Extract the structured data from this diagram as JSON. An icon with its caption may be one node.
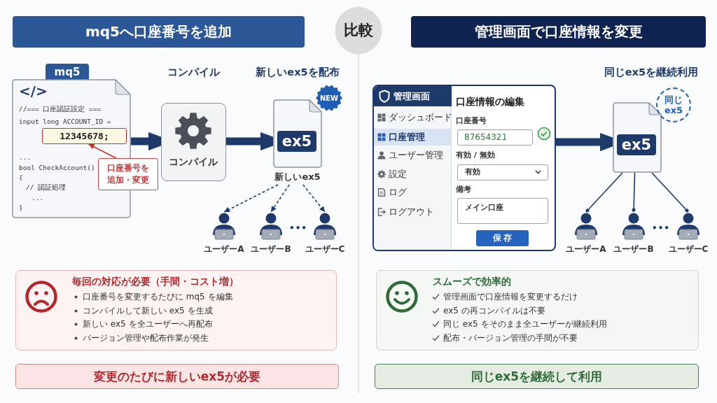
{
  "diagram": {
    "nodes": [
      {
        "text": [
          "mq5へ口座番号を追加"
        ]
      },
      {
        "text": [
          "比較"
        ]
      },
      {
        "text": [
          "管理画面で口座情報を変更"
        ]
      },
      {
        "text": [
          "mq5",
          "</>",
          "//=== 口座認証設定 ===",
          "input long ACCOUNT_ID =",
          "...",
          "bool CheckAccount()",
          "{",
          "// 認証処理",
          "...",
          "}"
        ]
      },
      {
        "text": [
          "12345678;"
        ],
        "in": 3
      },
      {
        "text": [
          "口座番号を追加・変更"
        ]
      },
      {
        "text": [
          "コンパイル"
        ]
      },
      {
        "text": [
          "ex5"
        ],
        "beside": [
          "新しいex5"
        ]
      },
      {
        "text": [
          "NEW"
        ]
      },
      {
        "text": [
          "ユーザーA"
        ]
      },
      {
        "text": [
          "ユーザーB"
        ]
      },
      {
        "text": [
          "ユーザーC"
        ]
      },
      {
        "text": [
          "管理画面",
          "ダッシュボード",
          "口座管理",
          "ユーザー管理",
          "設定",
          "ログ",
          "ログアウト",
          "口座情報の編集",
          "口座番号",
          "有効 / 無効",
          "備考"
        ]
      },
      {
        "text": [
          "87654321"
        ],
        "in": 12
      },
      {
        "text": [
          "有効"
        ],
        "in": 12
      },
      {
        "text": [
          "メイン口座"
        ],
        "in": 12
      },
      {
        "text": [
          "保存"
        ],
        "in": 12
      },
      {
        "text": [
          "ex5"
        ]
      },
      {
        "text": [
          "同じex5"
        ]
      },
      {
        "text": [
          "ユーザーA"
        ]
      },
      {
        "text": [
          "ユーザーB"
        ]
      },
      {
        "text": [
          "ユーザーC"
        ]
      },
      {
        "text": [
          "毎回の対応が必要（手間・コスト増）",
          "口座番号を変更するたびに mq5 を編集",
          "コンパイルして新しい ex5 を生成",
          "新しい ex5 を全ユーザーへ再配布",
          "バージョン管理や配布作業が発生"
        ]
      },
      {
        "text": [
          "変更のたびに新しいex5が必要"
        ]
      },
      {
        "text": [
          "スムーズで効率的",
          "管理画面で口座情報を変更するだけ",
          "ex5 の再コンパイルは不要",
          "同じ ex5 をそのまま全ユーザーが継続利用",
          "配布・バージョン管理の手間が不要"
        ]
      },
      {
        "text": [
          "同じex5を継続して利用"
        ]
      }
    ],
    "edges": [
      {
        "from": 5,
        "to": 4,
        "arrow": "to",
        "color": "#c0392b"
      },
      {
        "from": 3,
        "to": 6,
        "arrow": "to",
        "style": "thick"
      },
      {
        "from": 6,
        "to": 7,
        "arrow": "to",
        "style": "thick"
      },
      {
        "from": 7,
        "to": 9,
        "arrow": "to",
        "style": "dashed"
      },
      {
        "from": 7,
        "to": 10,
        "arrow": "to",
        "style": "dashed"
      },
      {
        "from": 7,
        "to": 11,
        "arrow": "to",
        "style": "dashed"
      },
      {
        "from": 12,
        "to": 17,
        "arrow": "to",
        "style": "thick"
      },
      {
        "from": 17,
        "to": 19,
        "arrow": "other"
      },
      {
        "from": 17,
        "to": 20,
        "arrow": "other"
      },
      {
        "from": 17,
        "to": 21,
        "arrow": "other"
      }
    ],
    "labels": [
      "コンパイル",
      "新しいex5を配布",
      "•••",
      "同じex5を継続利用",
      "•••"
    ]
  }
}
